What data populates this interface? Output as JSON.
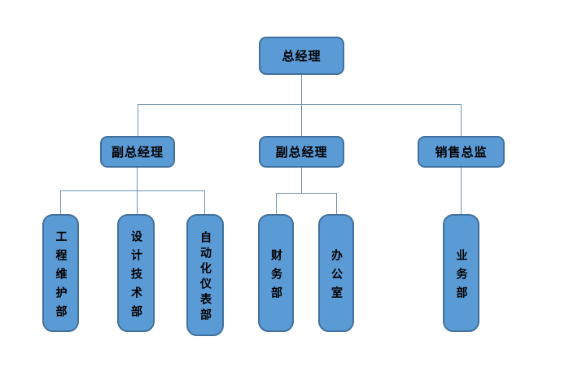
{
  "page": {
    "background_color": "#ffffff"
  },
  "colors": {
    "node_fill": "#5b9bd5",
    "node_border": "#41719c",
    "connector": "#6f92b8",
    "text": "#000000"
  },
  "chart_data": {
    "type": "org-chart",
    "title": "",
    "levels": 3,
    "nodes": [
      {
        "id": "gm",
        "label": "总经理",
        "level": 1,
        "reports_to": null,
        "orientation": "horizontal"
      },
      {
        "id": "vgm1",
        "label": "副总经理",
        "level": 2,
        "reports_to": "gm",
        "orientation": "horizontal"
      },
      {
        "id": "vgm2",
        "label": "副总经理",
        "level": 2,
        "reports_to": "gm",
        "orientation": "horizontal"
      },
      {
        "id": "sd",
        "label": "销售总监",
        "level": 2,
        "reports_to": "gm",
        "orientation": "horizontal"
      },
      {
        "id": "d1",
        "label": "工程维护部",
        "level": 3,
        "reports_to": "vgm1",
        "orientation": "vertical"
      },
      {
        "id": "d2",
        "label": "设计技术部",
        "level": 3,
        "reports_to": "vgm1",
        "orientation": "vertical"
      },
      {
        "id": "d3",
        "label": "自动化仪表部",
        "level": 3,
        "reports_to": "vgm1",
        "orientation": "vertical"
      },
      {
        "id": "d4",
        "label": "财务部",
        "level": 3,
        "reports_to": "vgm2",
        "orientation": "vertical"
      },
      {
        "id": "d5",
        "label": "办公室",
        "level": 3,
        "reports_to": "vgm2",
        "orientation": "vertical"
      },
      {
        "id": "d6",
        "label": "业务部",
        "level": 3,
        "reports_to": "sd",
        "orientation": "vertical"
      }
    ]
  }
}
